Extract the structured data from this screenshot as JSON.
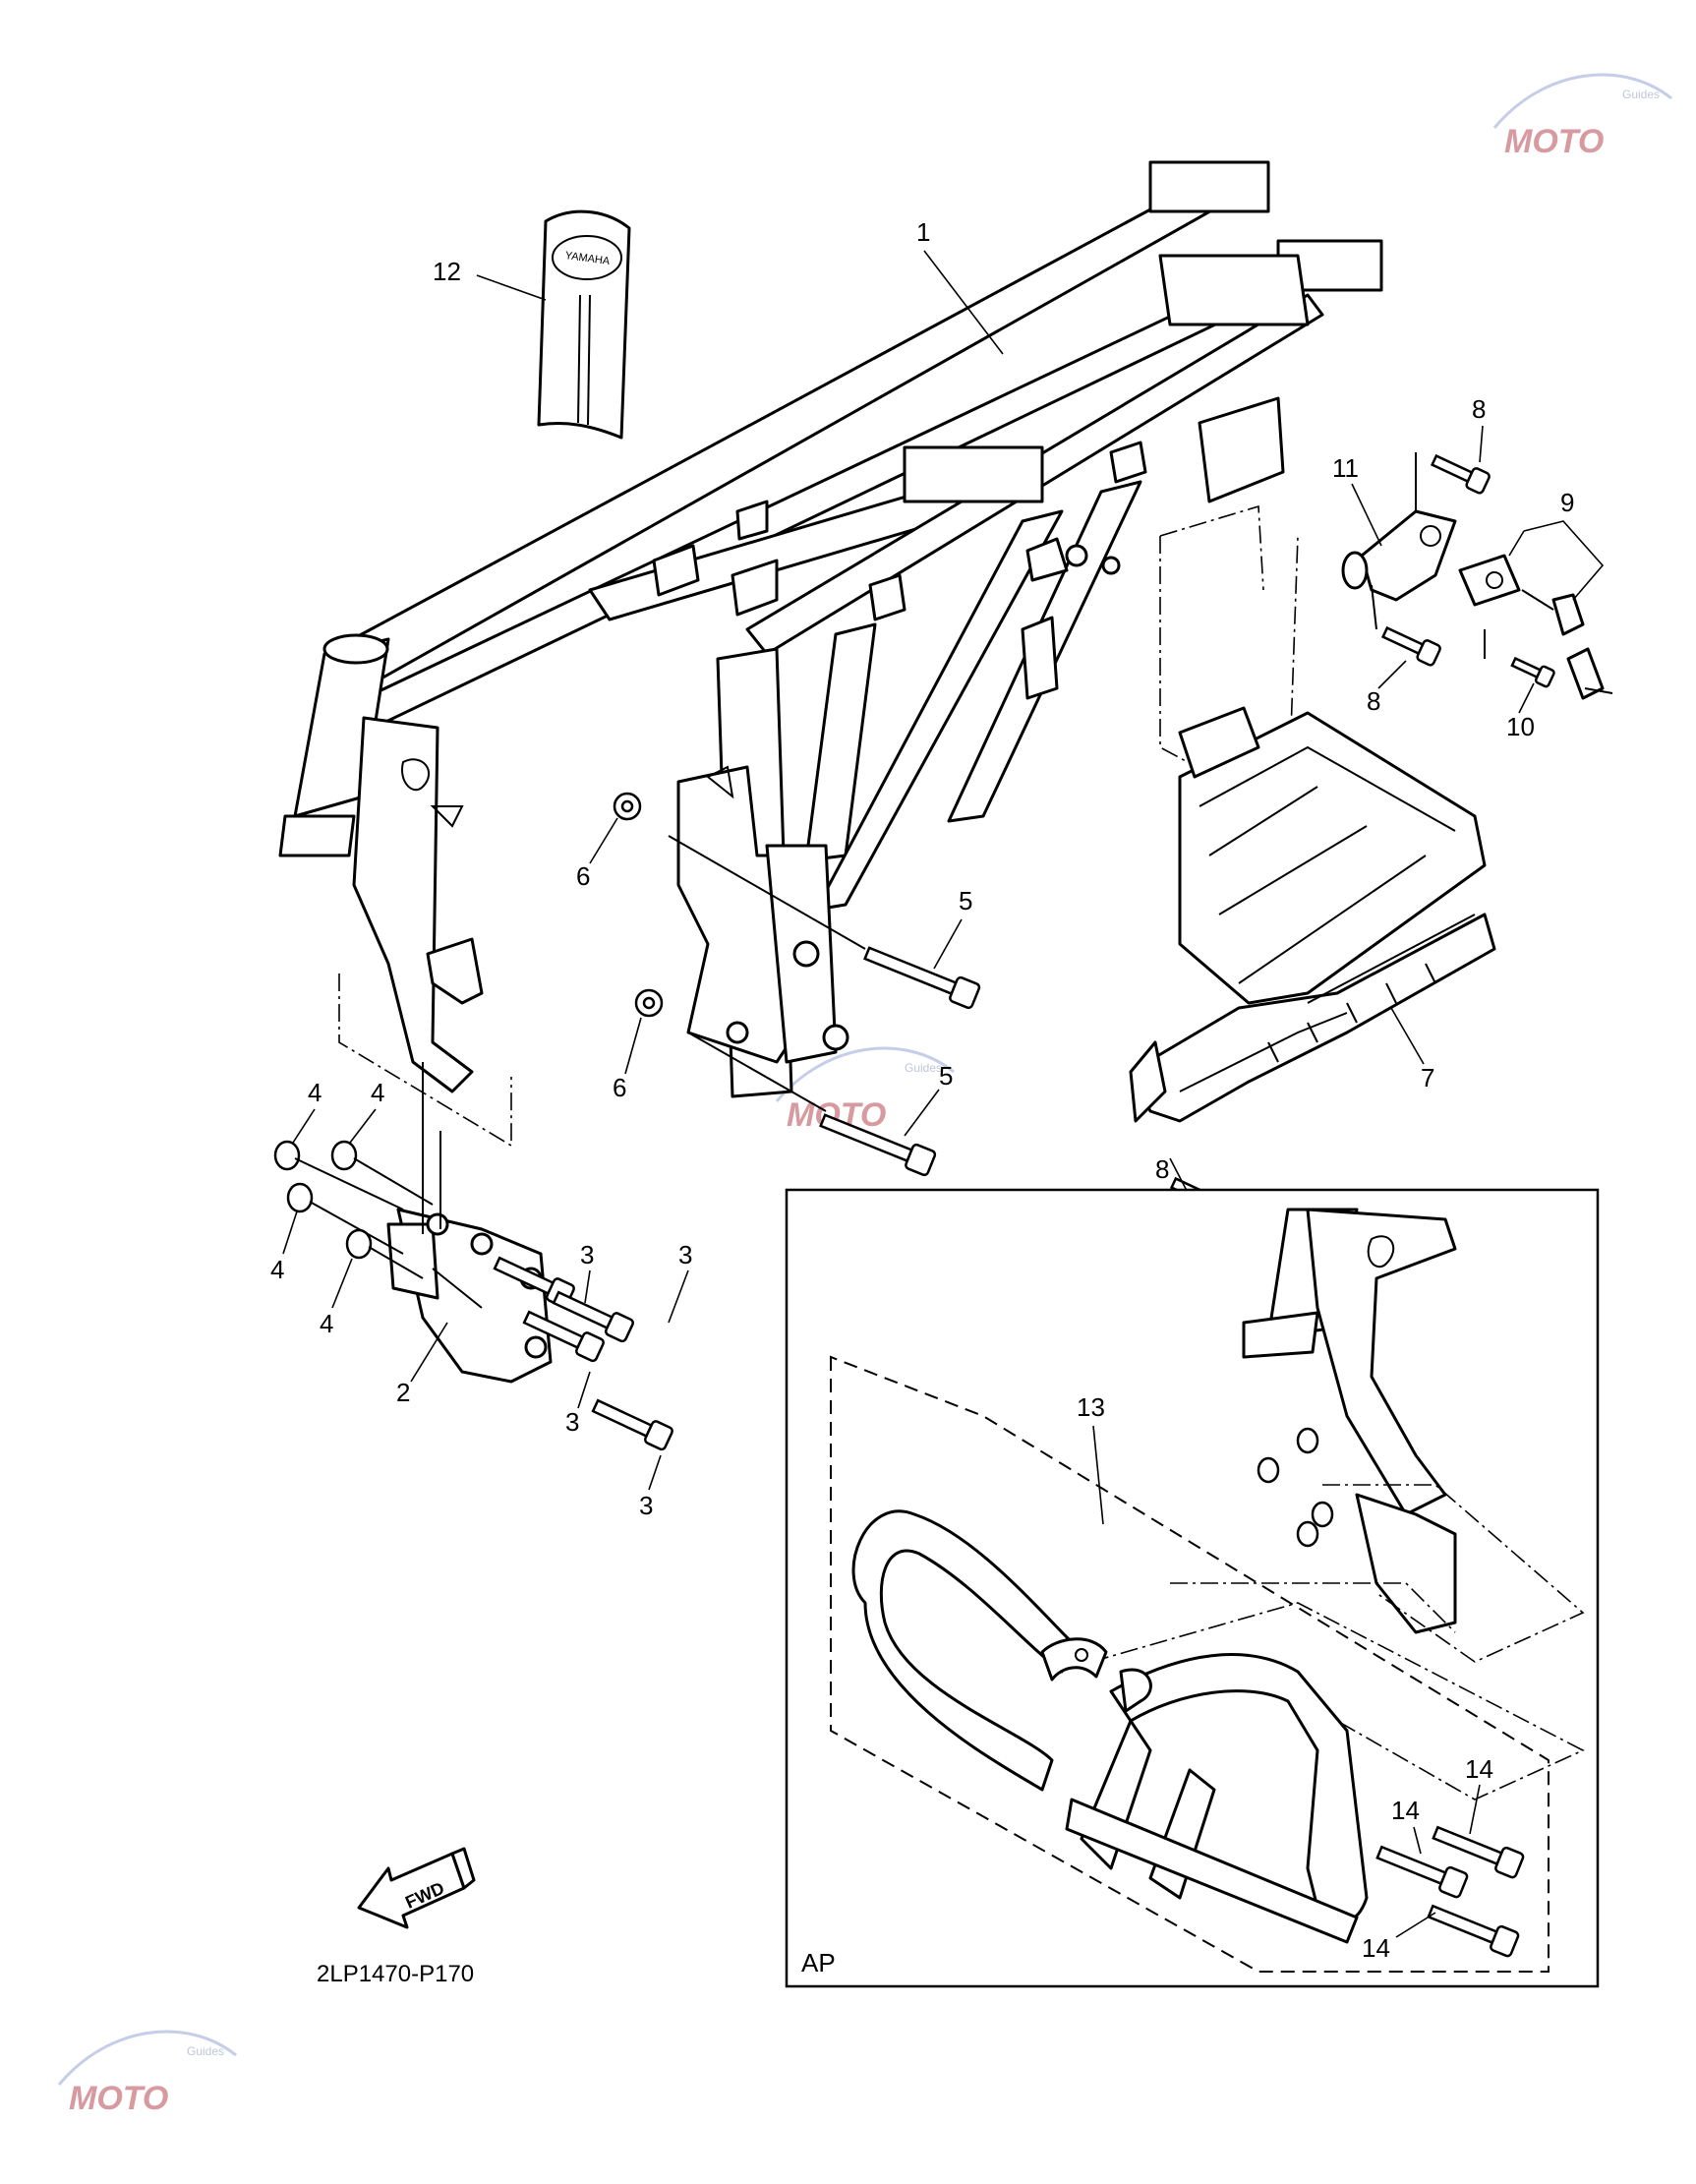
{
  "diagram": {
    "part_code": "2LP1470-P170",
    "fwd_label": "FWD",
    "inset_label": "AP",
    "callouts": [
      {
        "id": "c1",
        "text": "1"
      },
      {
        "id": "c2",
        "text": "2"
      },
      {
        "id": "c3a",
        "text": "3"
      },
      {
        "id": "c3b",
        "text": "3"
      },
      {
        "id": "c3c",
        "text": "3"
      },
      {
        "id": "c3d",
        "text": "3"
      },
      {
        "id": "c4a",
        "text": "4"
      },
      {
        "id": "c4b",
        "text": "4"
      },
      {
        "id": "c4c",
        "text": "4"
      },
      {
        "id": "c4d",
        "text": "4"
      },
      {
        "id": "c5a",
        "text": "5"
      },
      {
        "id": "c5b",
        "text": "5"
      },
      {
        "id": "c6a",
        "text": "6"
      },
      {
        "id": "c6b",
        "text": "6"
      },
      {
        "id": "c7",
        "text": "7"
      },
      {
        "id": "c8a",
        "text": "8"
      },
      {
        "id": "c8b",
        "text": "8"
      },
      {
        "id": "c8c",
        "text": "8"
      },
      {
        "id": "c9",
        "text": "9"
      },
      {
        "id": "c10",
        "text": "10"
      },
      {
        "id": "c11",
        "text": "11"
      },
      {
        "id": "c12",
        "text": "12"
      },
      {
        "id": "c13",
        "text": "13"
      },
      {
        "id": "c14a",
        "text": "14"
      },
      {
        "id": "c14b",
        "text": "14"
      },
      {
        "id": "c14c",
        "text": "14"
      }
    ],
    "emblem_text": "YAMAHA"
  },
  "watermark": {
    "logo_text": "MOTO",
    "logo_sub": "Guides"
  }
}
